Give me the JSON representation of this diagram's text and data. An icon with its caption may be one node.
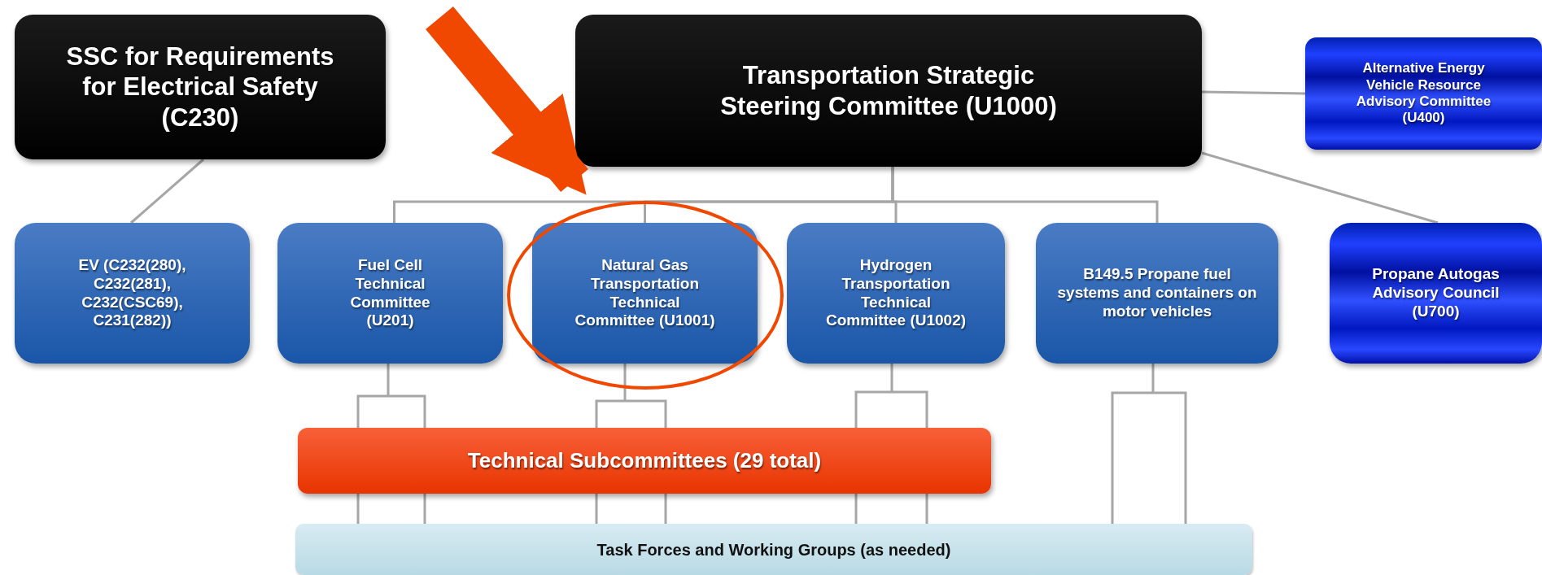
{
  "diagram": {
    "nodes": [
      {
        "text": [
          "SSC for Requirements for Electrical Safety (C230)"
        ]
      },
      {
        "text": [
          "Transportation Strategic Steering Committee (U1000)"
        ]
      },
      {
        "text": [
          "Alternative Energy Vehicle Resource Advisory Committee (U400)"
        ]
      },
      {
        "text": [
          "EV (C232(280), C232(281), C232(CSC69), C231(282))"
        ]
      },
      {
        "text": [
          "Fuel Cell Technical Committee (U201)"
        ]
      },
      {
        "text": [
          "Natural Gas Transportation Technical Committee (U1001)"
        ]
      },
      {
        "text": [
          "Hydrogen Transportation Technical Committee (U1002)"
        ]
      },
      {
        "text": [
          "B149.5 Propane fuel systems and containers on motor vehicles"
        ]
      },
      {
        "text": [
          "Propane Autogas Advisory Council (U700)"
        ]
      },
      {
        "text": [
          "Technical Subcommittees (29 total)"
        ]
      },
      {
        "text": [
          "Task Forces and Working Groups (as needed)"
        ]
      }
    ],
    "edges": [
      {
        "from": 0,
        "to": 3,
        "arrow": "none"
      },
      {
        "from": 1,
        "to": 2,
        "arrow": "none"
      },
      {
        "from": 1,
        "to": 8,
        "arrow": "none"
      },
      {
        "from": 1,
        "to": 4,
        "arrow": "none"
      },
      {
        "from": 1,
        "to": 5,
        "arrow": "none"
      },
      {
        "from": 1,
        "to": 6,
        "arrow": "none"
      },
      {
        "from": 1,
        "to": 7,
        "arrow": "none"
      },
      {
        "from": 4,
        "to": 9,
        "arrow": "none"
      },
      {
        "from": 5,
        "to": 9,
        "arrow": "none"
      },
      {
        "from": 6,
        "to": 9,
        "arrow": "none"
      },
      {
        "from": 7,
        "to": 10,
        "arrow": "none"
      },
      {
        "from": 9,
        "to": 10,
        "arrow": "none"
      },
      {
        "from": null,
        "to": 5,
        "arrow": "to",
        "style": "thick",
        "color": "#f04800"
      }
    ]
  }
}
